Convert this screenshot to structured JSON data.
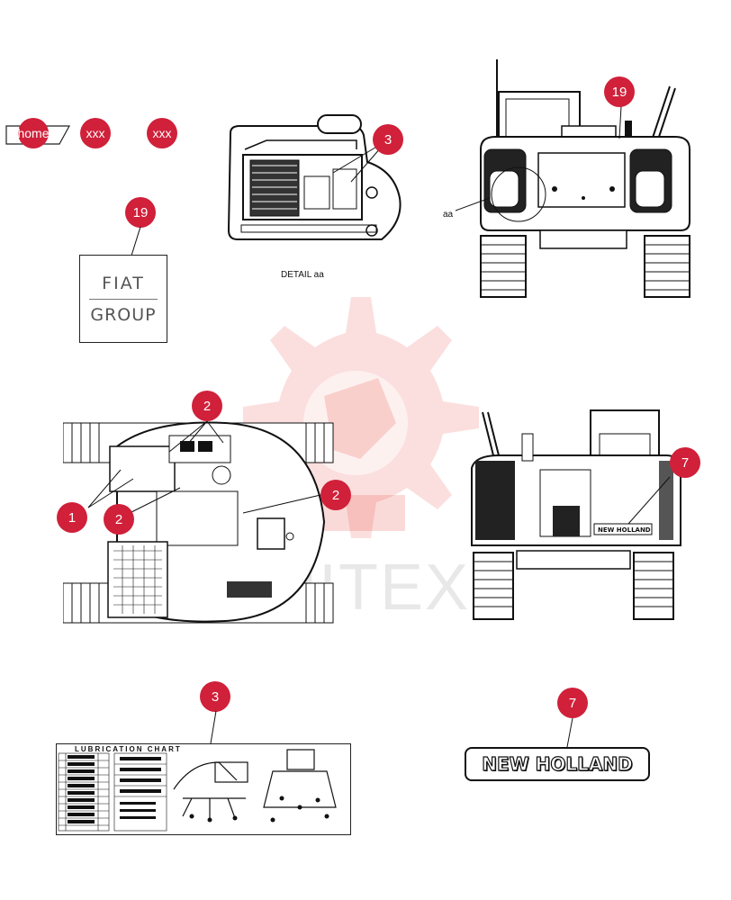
{
  "nav": {
    "home_label": "home",
    "prev_label": "xxx",
    "next_label": "xxx"
  },
  "callouts": {
    "c3_detail": "3",
    "c19_rear": "19",
    "c19_label": "19",
    "c2_top": "2",
    "c2_right": "2",
    "c2_left": "2",
    "c1": "1",
    "c7_side": "7",
    "c3_lube": "3",
    "c7_decal": "7"
  },
  "captions": {
    "detail_caption": "DETAIL aa",
    "detail_ref": "aa"
  },
  "decals": {
    "fiat_line1": "FIAT",
    "fiat_line2": "GROUP",
    "new_holland": "NEW HOLLAND",
    "lubrication_title": "LUBRICATION CHART",
    "machine_side_text": "NEW HOLLAND"
  },
  "watermark": {
    "text": "HITEX"
  },
  "colors": {
    "callout": "#d0203a",
    "watermark": "#e8382f",
    "line": "#111111"
  }
}
